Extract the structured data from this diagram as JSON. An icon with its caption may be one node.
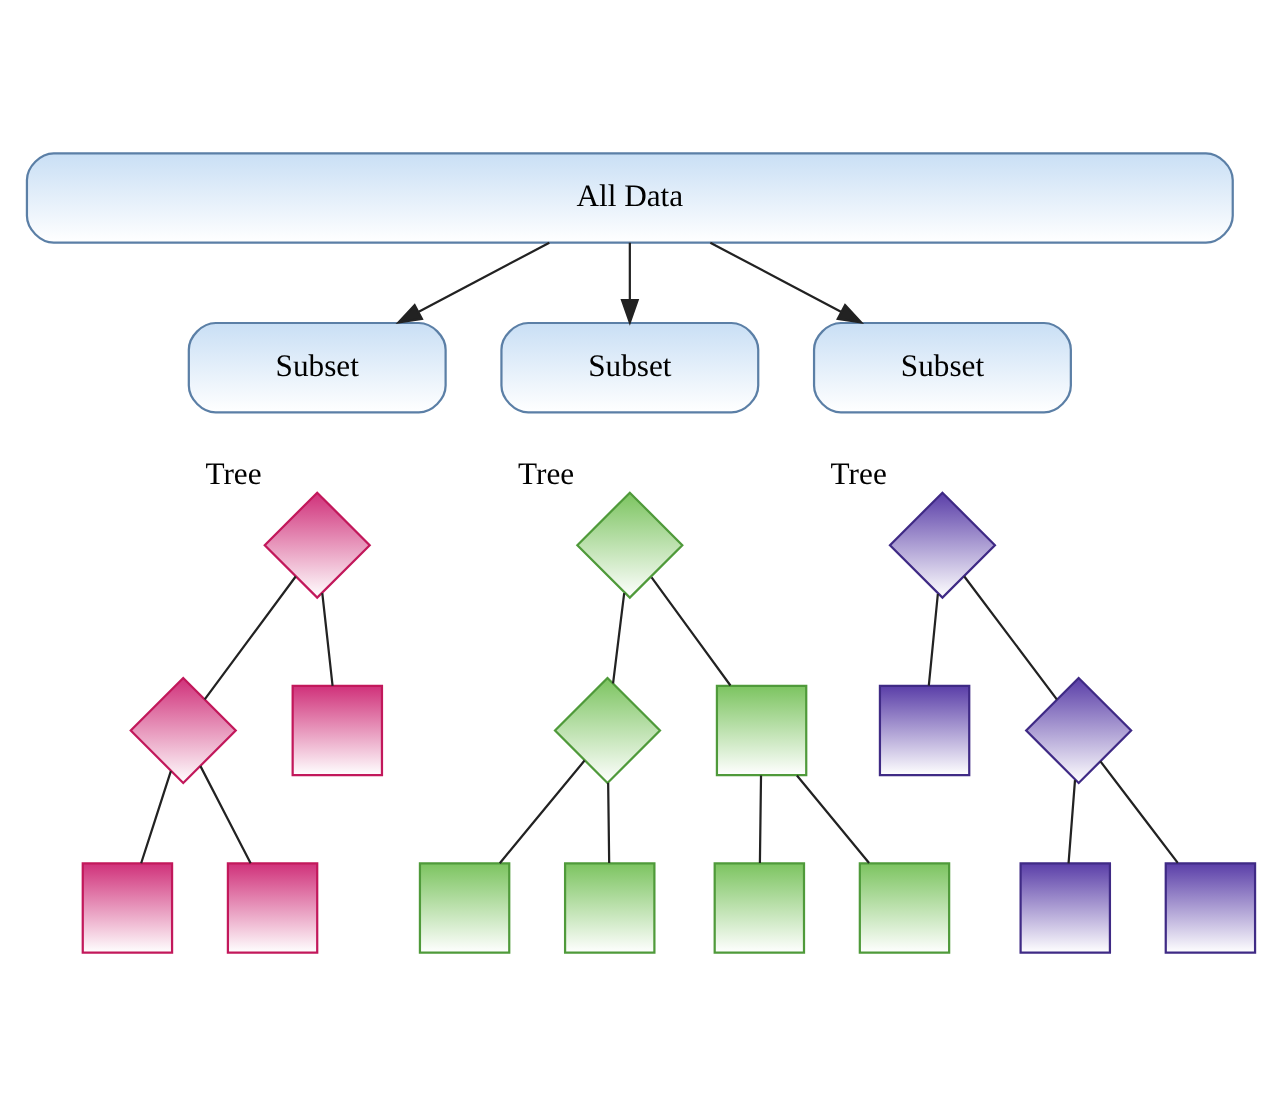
{
  "diagram": {
    "nodes": [
      {
        "text": [
          "All Data"
        ]
      },
      {
        "text": [
          "Subset"
        ]
      },
      {
        "text": [
          "Subset"
        ]
      },
      {
        "text": [
          "Subset"
        ]
      },
      {
        "text": [],
        "shape": "diamond",
        "beside": [
          "Tree"
        ]
      },
      {
        "text": [],
        "shape": "diamond"
      },
      {
        "text": [],
        "shape": "box"
      },
      {
        "text": [],
        "shape": "box"
      },
      {
        "text": [],
        "shape": "box"
      },
      {
        "text": [],
        "shape": "diamond",
        "beside": [
          "Tree"
        ]
      },
      {
        "text": [],
        "shape": "diamond"
      },
      {
        "text": [],
        "shape": "box"
      },
      {
        "text": [],
        "shape": "box"
      },
      {
        "text": [],
        "shape": "box"
      },
      {
        "text": [],
        "shape": "box"
      },
      {
        "text": [],
        "shape": "box"
      },
      {
        "text": [],
        "shape": "diamond",
        "beside": [
          "Tree"
        ]
      },
      {
        "text": [],
        "shape": "box"
      },
      {
        "text": [],
        "shape": "diamond"
      },
      {
        "text": [],
        "shape": "box"
      },
      {
        "text": [],
        "shape": "box"
      }
    ],
    "edges": [
      {
        "from": 0,
        "to": 1,
        "arrow": "to"
      },
      {
        "from": 0,
        "to": 2,
        "arrow": "to"
      },
      {
        "from": 0,
        "to": 3,
        "arrow": "to"
      },
      {
        "from": 4,
        "to": 5,
        "arrow": "none"
      },
      {
        "from": 4,
        "to": 6,
        "arrow": "none"
      },
      {
        "from": 5,
        "to": 7,
        "arrow": "none"
      },
      {
        "from": 5,
        "to": 8,
        "arrow": "none"
      },
      {
        "from": 9,
        "to": 10,
        "arrow": "none"
      },
      {
        "from": 9,
        "to": 11,
        "arrow": "none"
      },
      {
        "from": 10,
        "to": 12,
        "arrow": "none"
      },
      {
        "from": 10,
        "to": 13,
        "arrow": "none"
      },
      {
        "from": 11,
        "to": 14,
        "arrow": "none"
      },
      {
        "from": 11,
        "to": 15,
        "arrow": "none"
      },
      {
        "from": 16,
        "to": 17,
        "arrow": "none"
      },
      {
        "from": 16,
        "to": 18,
        "arrow": "none"
      },
      {
        "from": 18,
        "to": 19,
        "arrow": "none"
      },
      {
        "from": 18,
        "to": 20,
        "arrow": "none"
      }
    ]
  }
}
